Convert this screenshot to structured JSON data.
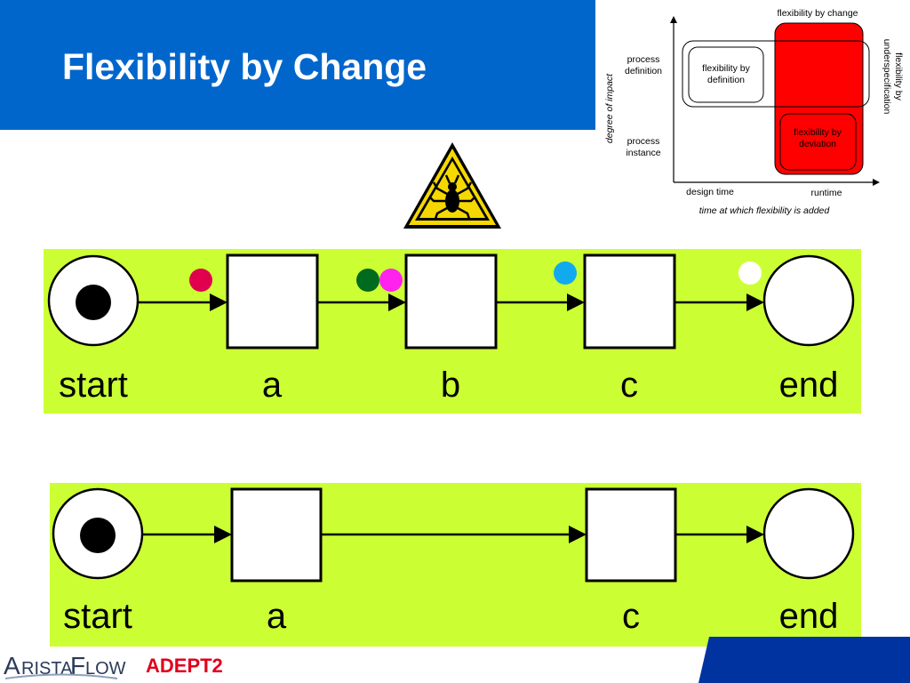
{
  "slide": {
    "title": "Flexibility by Change",
    "footer_brand_a": "A",
    "footer_brand_rista": "RISTA",
    "footer_brand_f": "F",
    "footer_brand_low": "LOW",
    "footer_product": "ADEPT2"
  },
  "colors": {
    "title_bg": "#0066cc",
    "panel_bg": "#ccff33",
    "change_red": "#ff0000",
    "token_red": "#e0004d",
    "token_green": "#006a1e",
    "token_magenta": "#ff22ee",
    "token_cyan": "#11aaee",
    "token_white": "#ffffff",
    "footer_blue": "#0033a0"
  },
  "diagram": {
    "top_lane": {
      "labels": [
        "start",
        "a",
        "b",
        "c",
        "end"
      ],
      "tokens": [
        {
          "color": "#e0004d",
          "name": "token-red"
        },
        {
          "color": "#006a1e",
          "name": "token-green"
        },
        {
          "color": "#ff22ee",
          "name": "token-magenta"
        },
        {
          "color": "#11aaee",
          "name": "token-cyan"
        },
        {
          "color": "#ffffff",
          "name": "token-white"
        }
      ]
    },
    "bottom_lane": {
      "labels": [
        "start",
        "a",
        "c",
        "end"
      ]
    }
  },
  "classification_chart": {
    "y_axis_label": "degree of impact",
    "x_axis_label": "time at which flexibility is added",
    "row_labels": [
      [
        "process",
        "definition"
      ],
      [
        "process",
        "instance"
      ]
    ],
    "col_labels": [
      "design time",
      "runtime"
    ],
    "boxes": {
      "by_definition": [
        "flexibility by",
        "definition"
      ],
      "by_deviation": [
        "flexibility by",
        "deviation"
      ],
      "by_change": "flexibility by change",
      "by_underspecification": [
        "flexibility by",
        "underspecification"
      ]
    }
  },
  "warning_icon": "bug-warning-icon"
}
